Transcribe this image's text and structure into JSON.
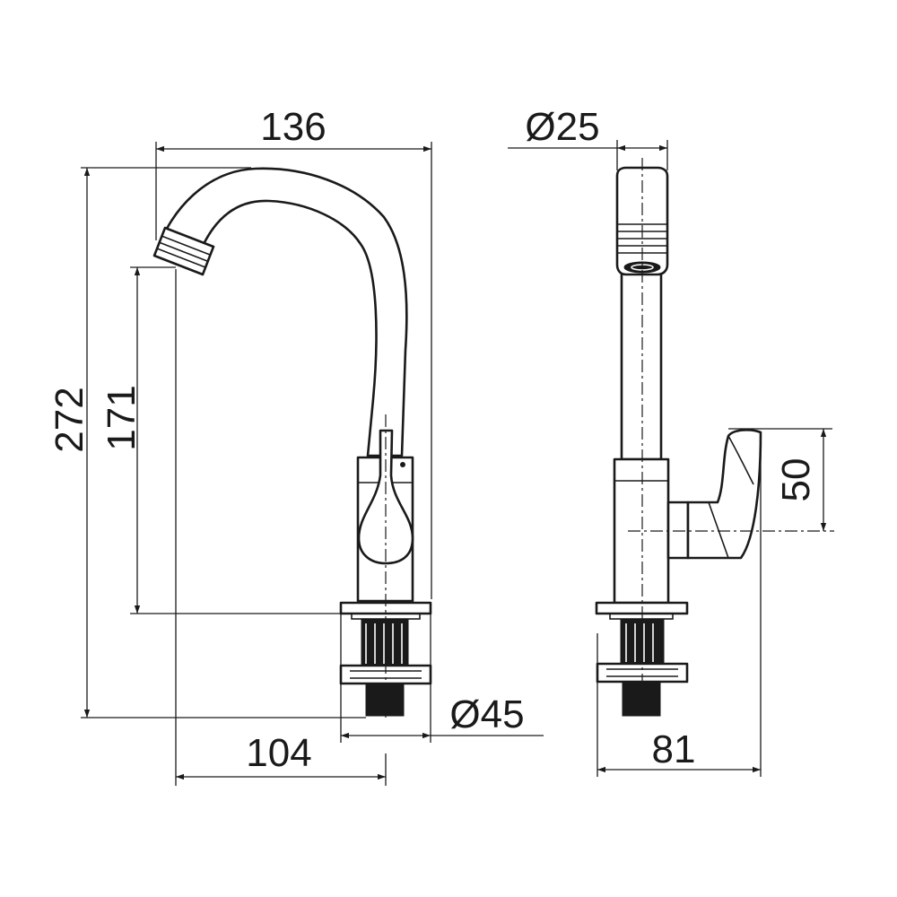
{
  "dimensions": {
    "width_136": "136",
    "height_272": "272",
    "height_171": "171",
    "reach_104": "104",
    "base_dia_45": "Ø45",
    "spout_dia_25": "Ø25",
    "handle_50": "50",
    "depth_81": "81"
  },
  "colors": {
    "line": "#1a1a1a",
    "background": "#ffffff"
  }
}
